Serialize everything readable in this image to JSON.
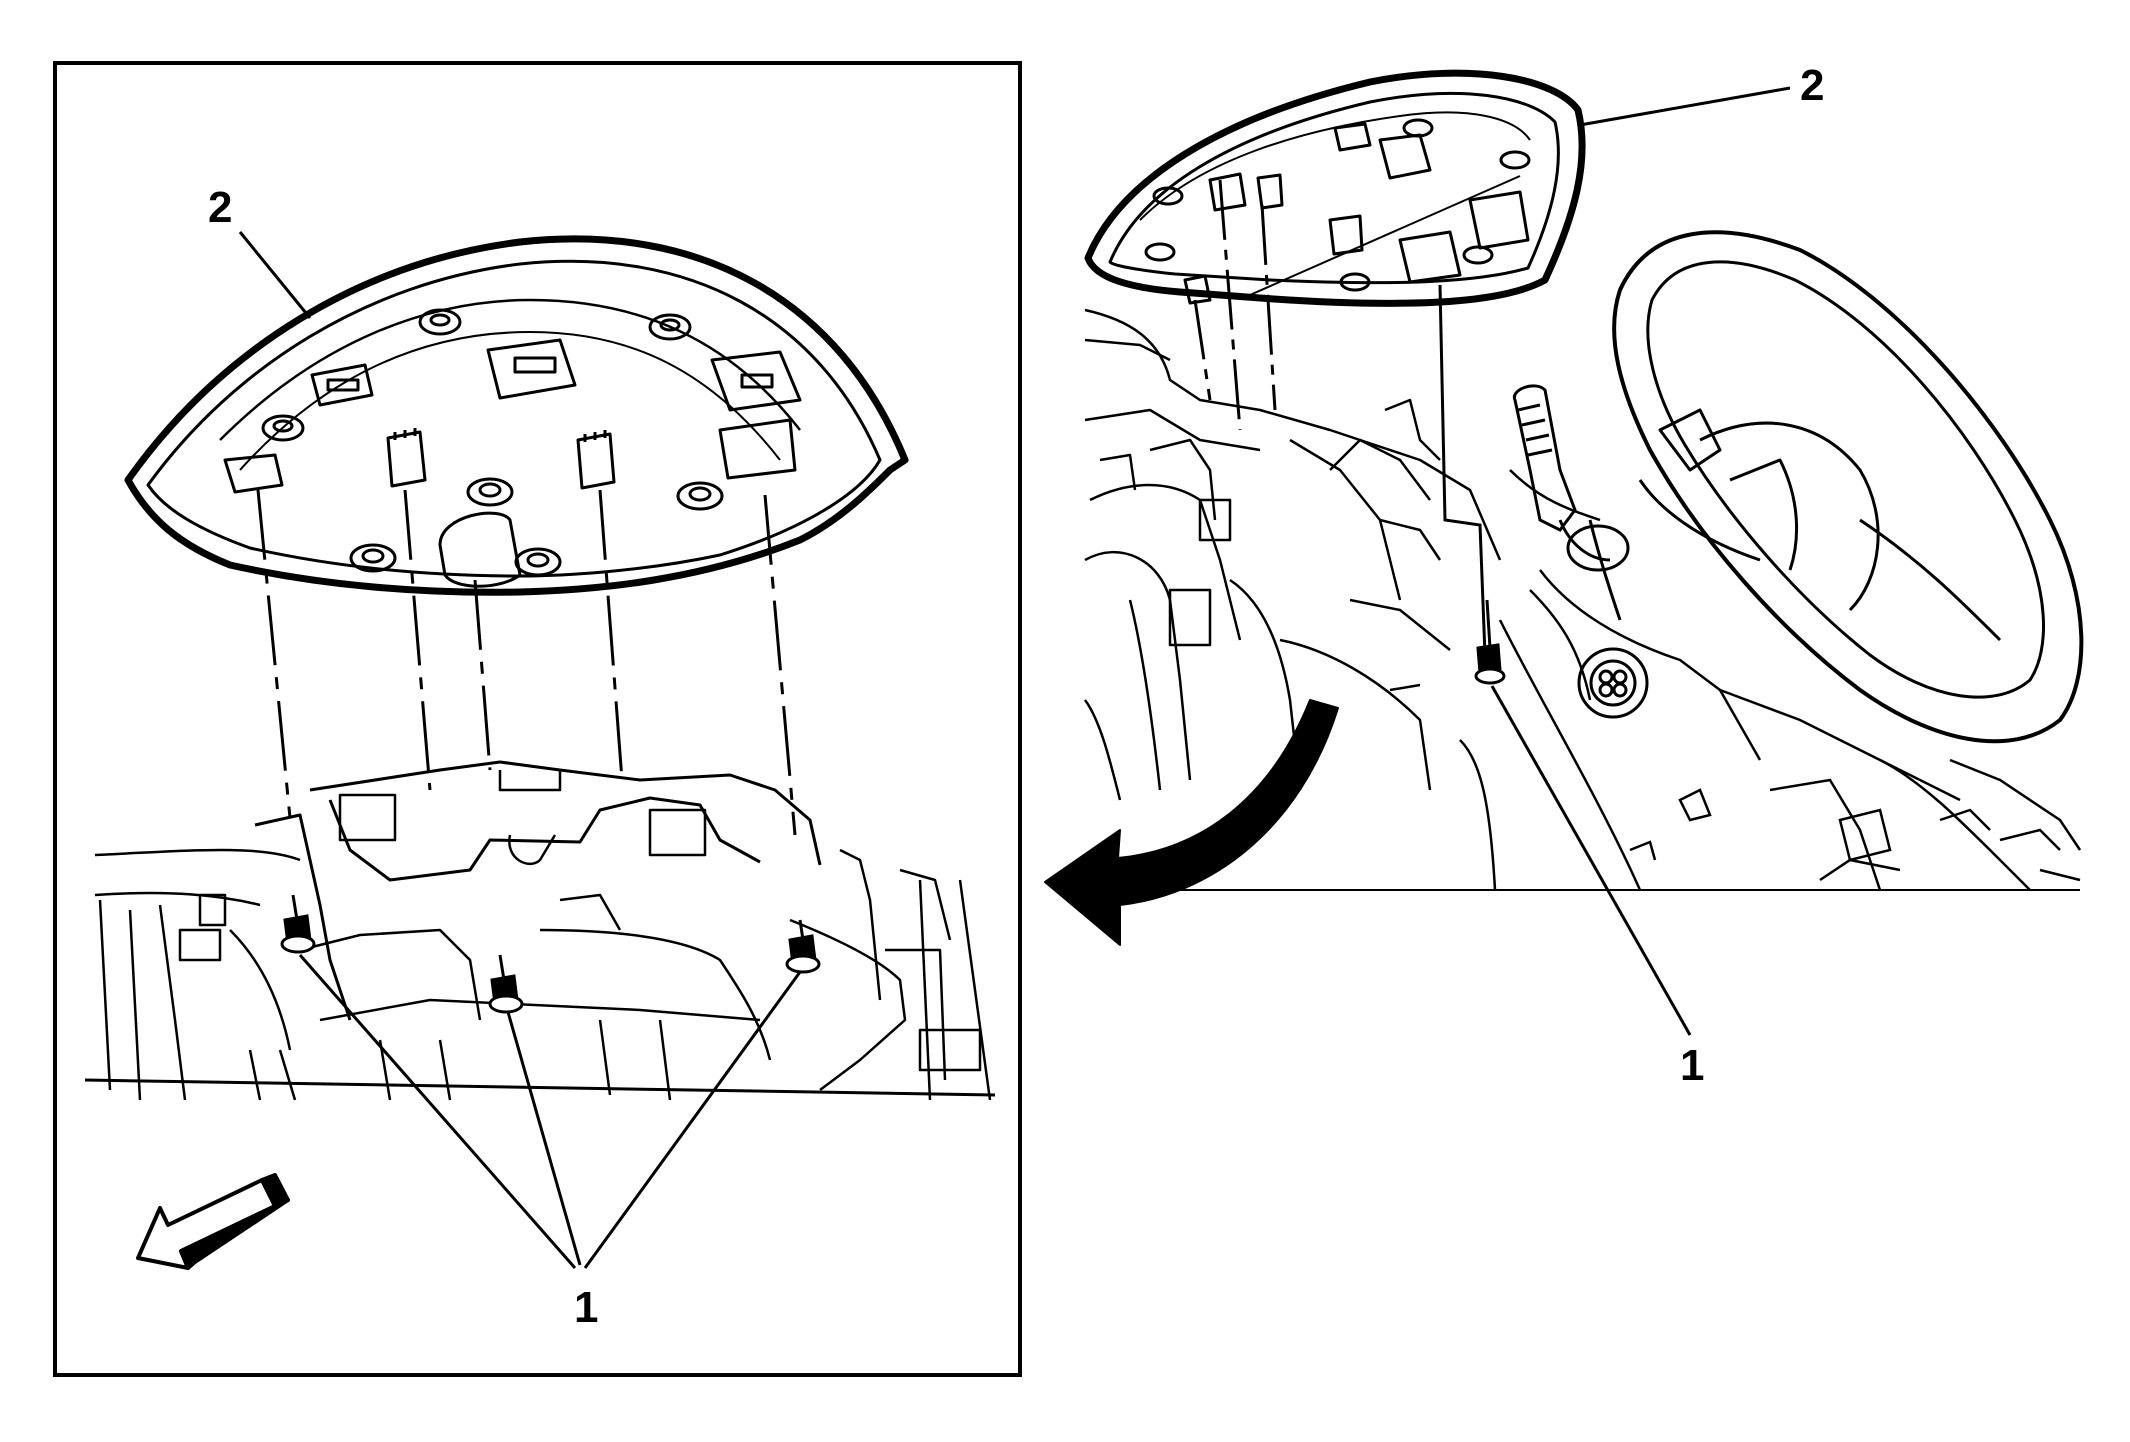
{
  "left_view": {
    "callout_trim_panel": "2",
    "callout_fasteners": "1"
  },
  "right_view": {
    "callout_trim_panel": "2",
    "callout_fastener": "1"
  },
  "colors": {
    "line": "#000000",
    "background": "#ffffff"
  }
}
